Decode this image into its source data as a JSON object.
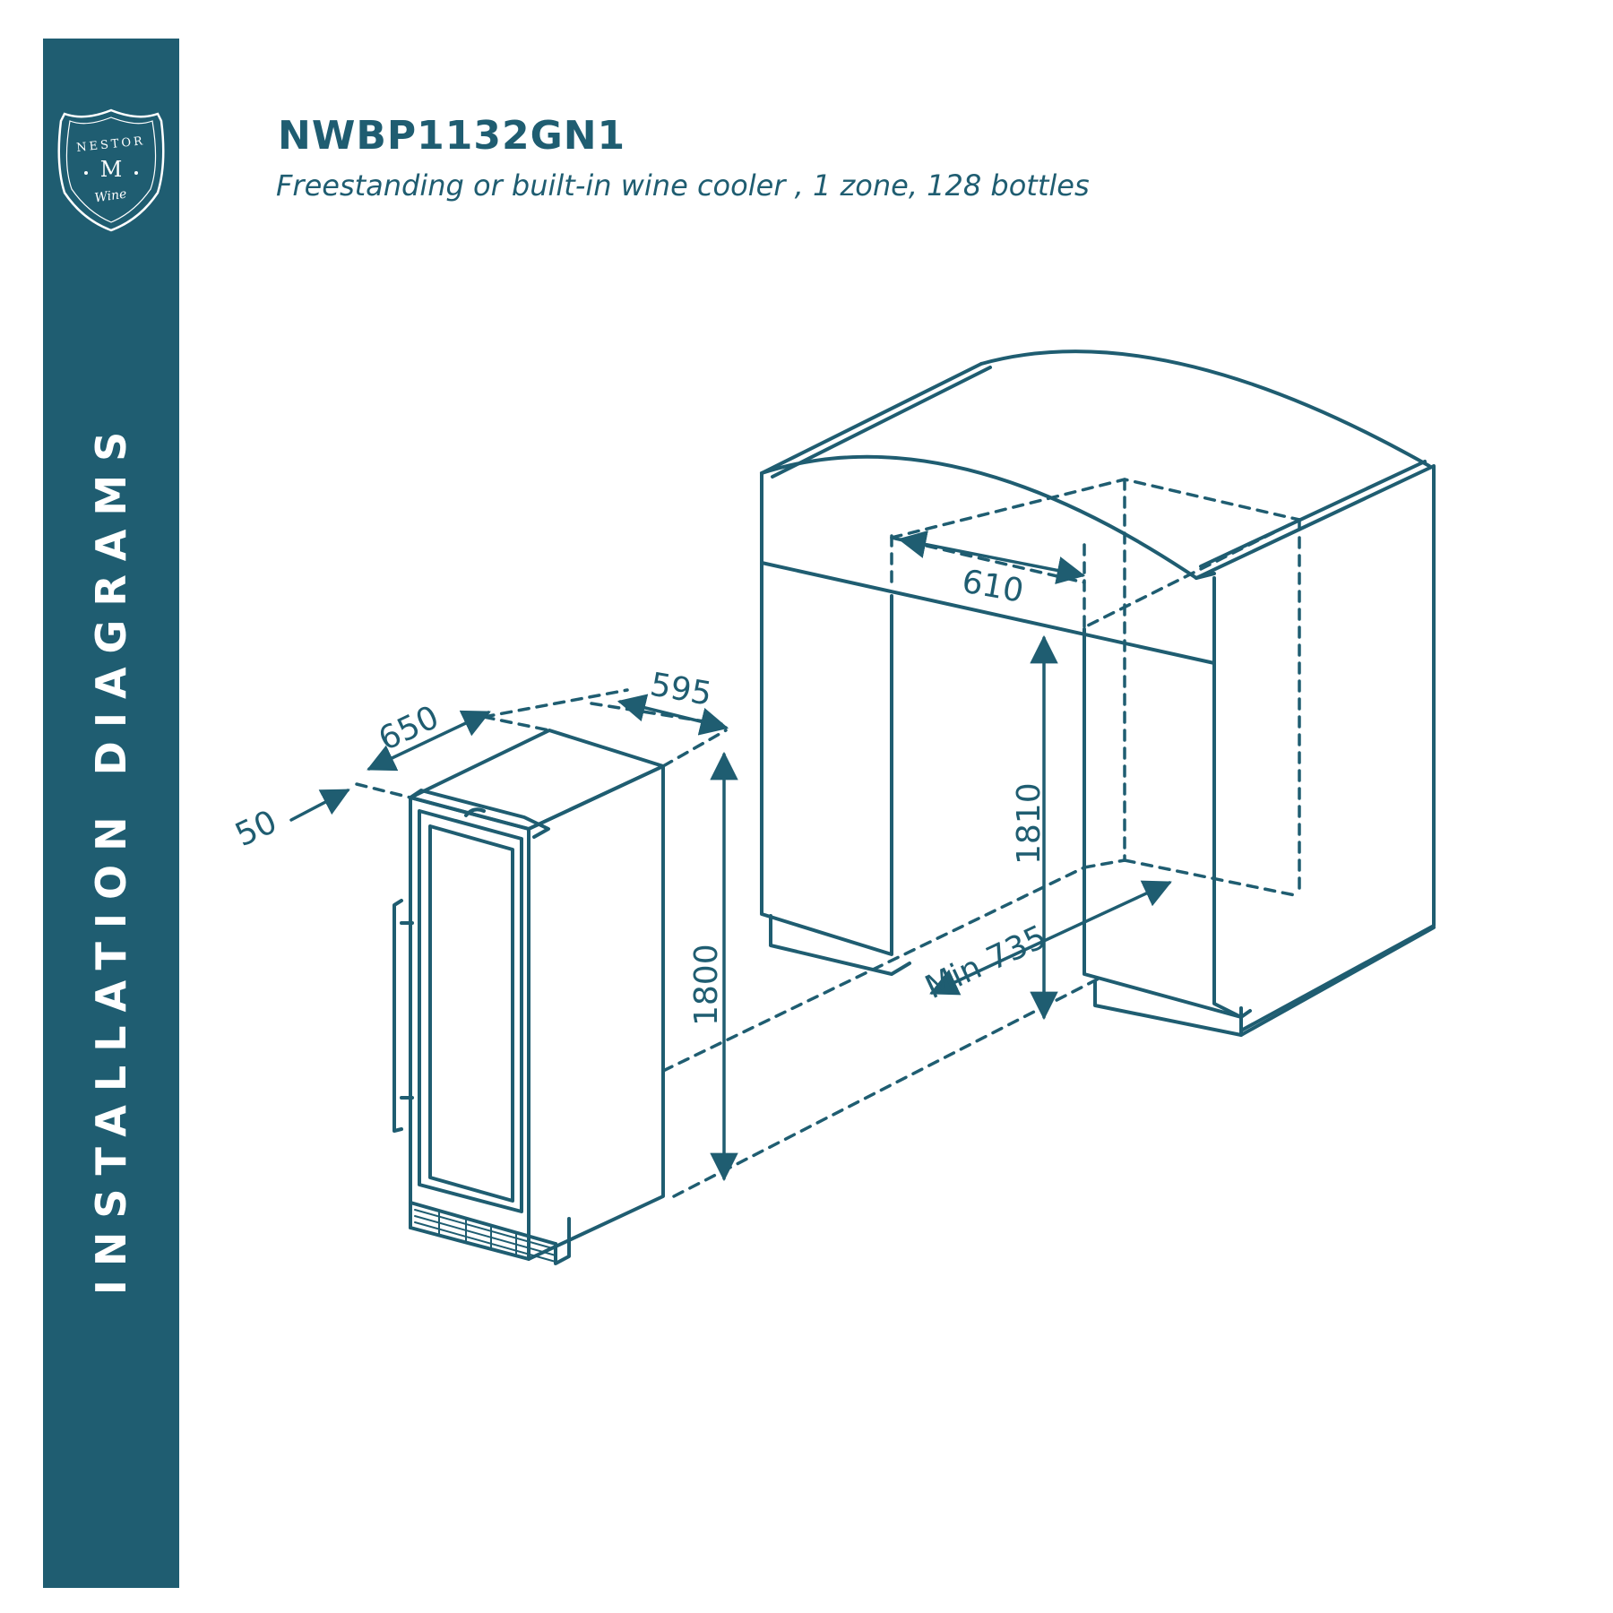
{
  "sidebar": {
    "title": "INSTALLATION DIAGRAMS",
    "logo": {
      "top_text": "NESTOR",
      "monogram": "M",
      "bottom_text": "Wine"
    }
  },
  "header": {
    "model": "NWBP1132GN1",
    "subtitle": "Freestanding or built-in wine cooler ,  1 zone,  128 bottles"
  },
  "dimensions": {
    "appliance_depth": "650",
    "appliance_width": "595",
    "appliance_height": "1800",
    "door_clearance": "50",
    "niche_width": "610",
    "niche_height": "1810",
    "niche_depth": "Min 735"
  },
  "colors": {
    "primary": "#1f5d71",
    "background": "#ffffff"
  }
}
